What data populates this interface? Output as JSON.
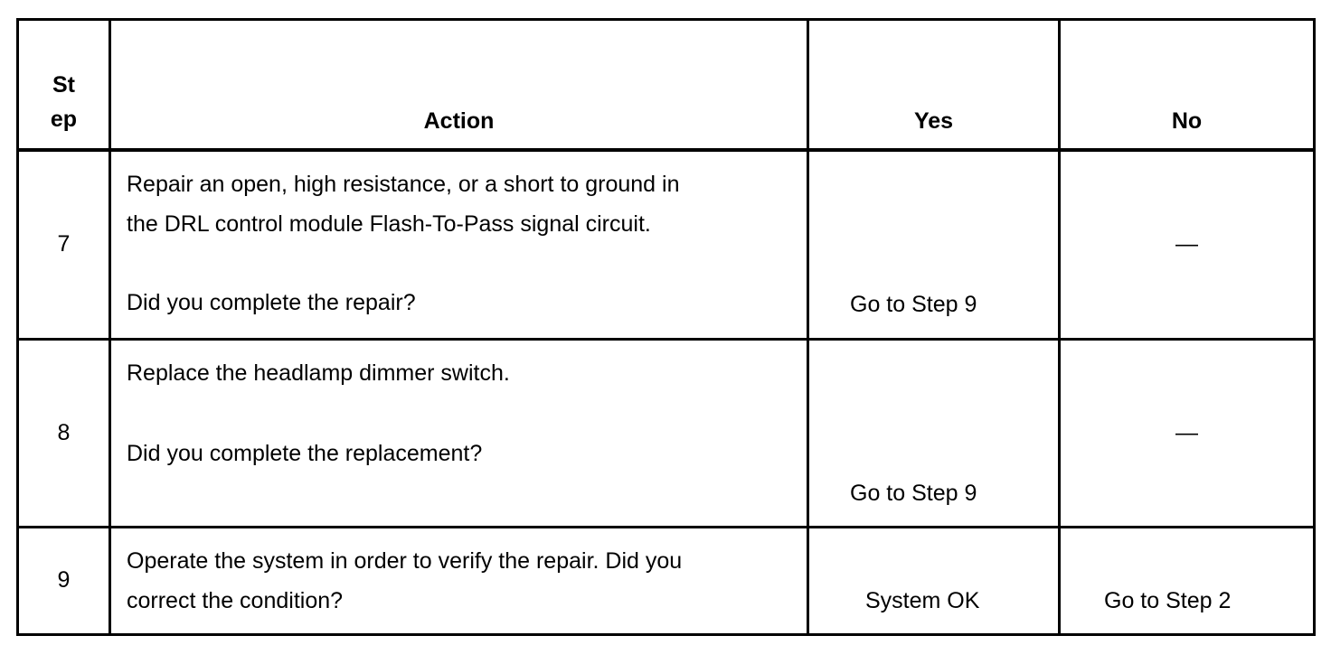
{
  "headers": {
    "step_line1": "St",
    "step_line2": "ep",
    "action": "Action",
    "yes": "Yes",
    "no": "No"
  },
  "rows": [
    {
      "step": "7",
      "action_line1": "Repair an open, high resistance, or a short to ground in",
      "action_line2": "the DRL control module Flash-To-Pass signal circuit.",
      "question": "Did you complete the repair?",
      "yes": "Go to Step 9",
      "no": "—"
    },
    {
      "step": "8",
      "action_line1": "Replace the headlamp dimmer switch.",
      "question": "Did you complete the replacement?",
      "yes": "Go to Step 9",
      "no": "—"
    },
    {
      "step": "9",
      "action_line1": "Operate the system in order to verify the repair. Did you",
      "action_line2": "correct the condition?",
      "yes": "System OK",
      "no": "Go to Step 2"
    }
  ]
}
